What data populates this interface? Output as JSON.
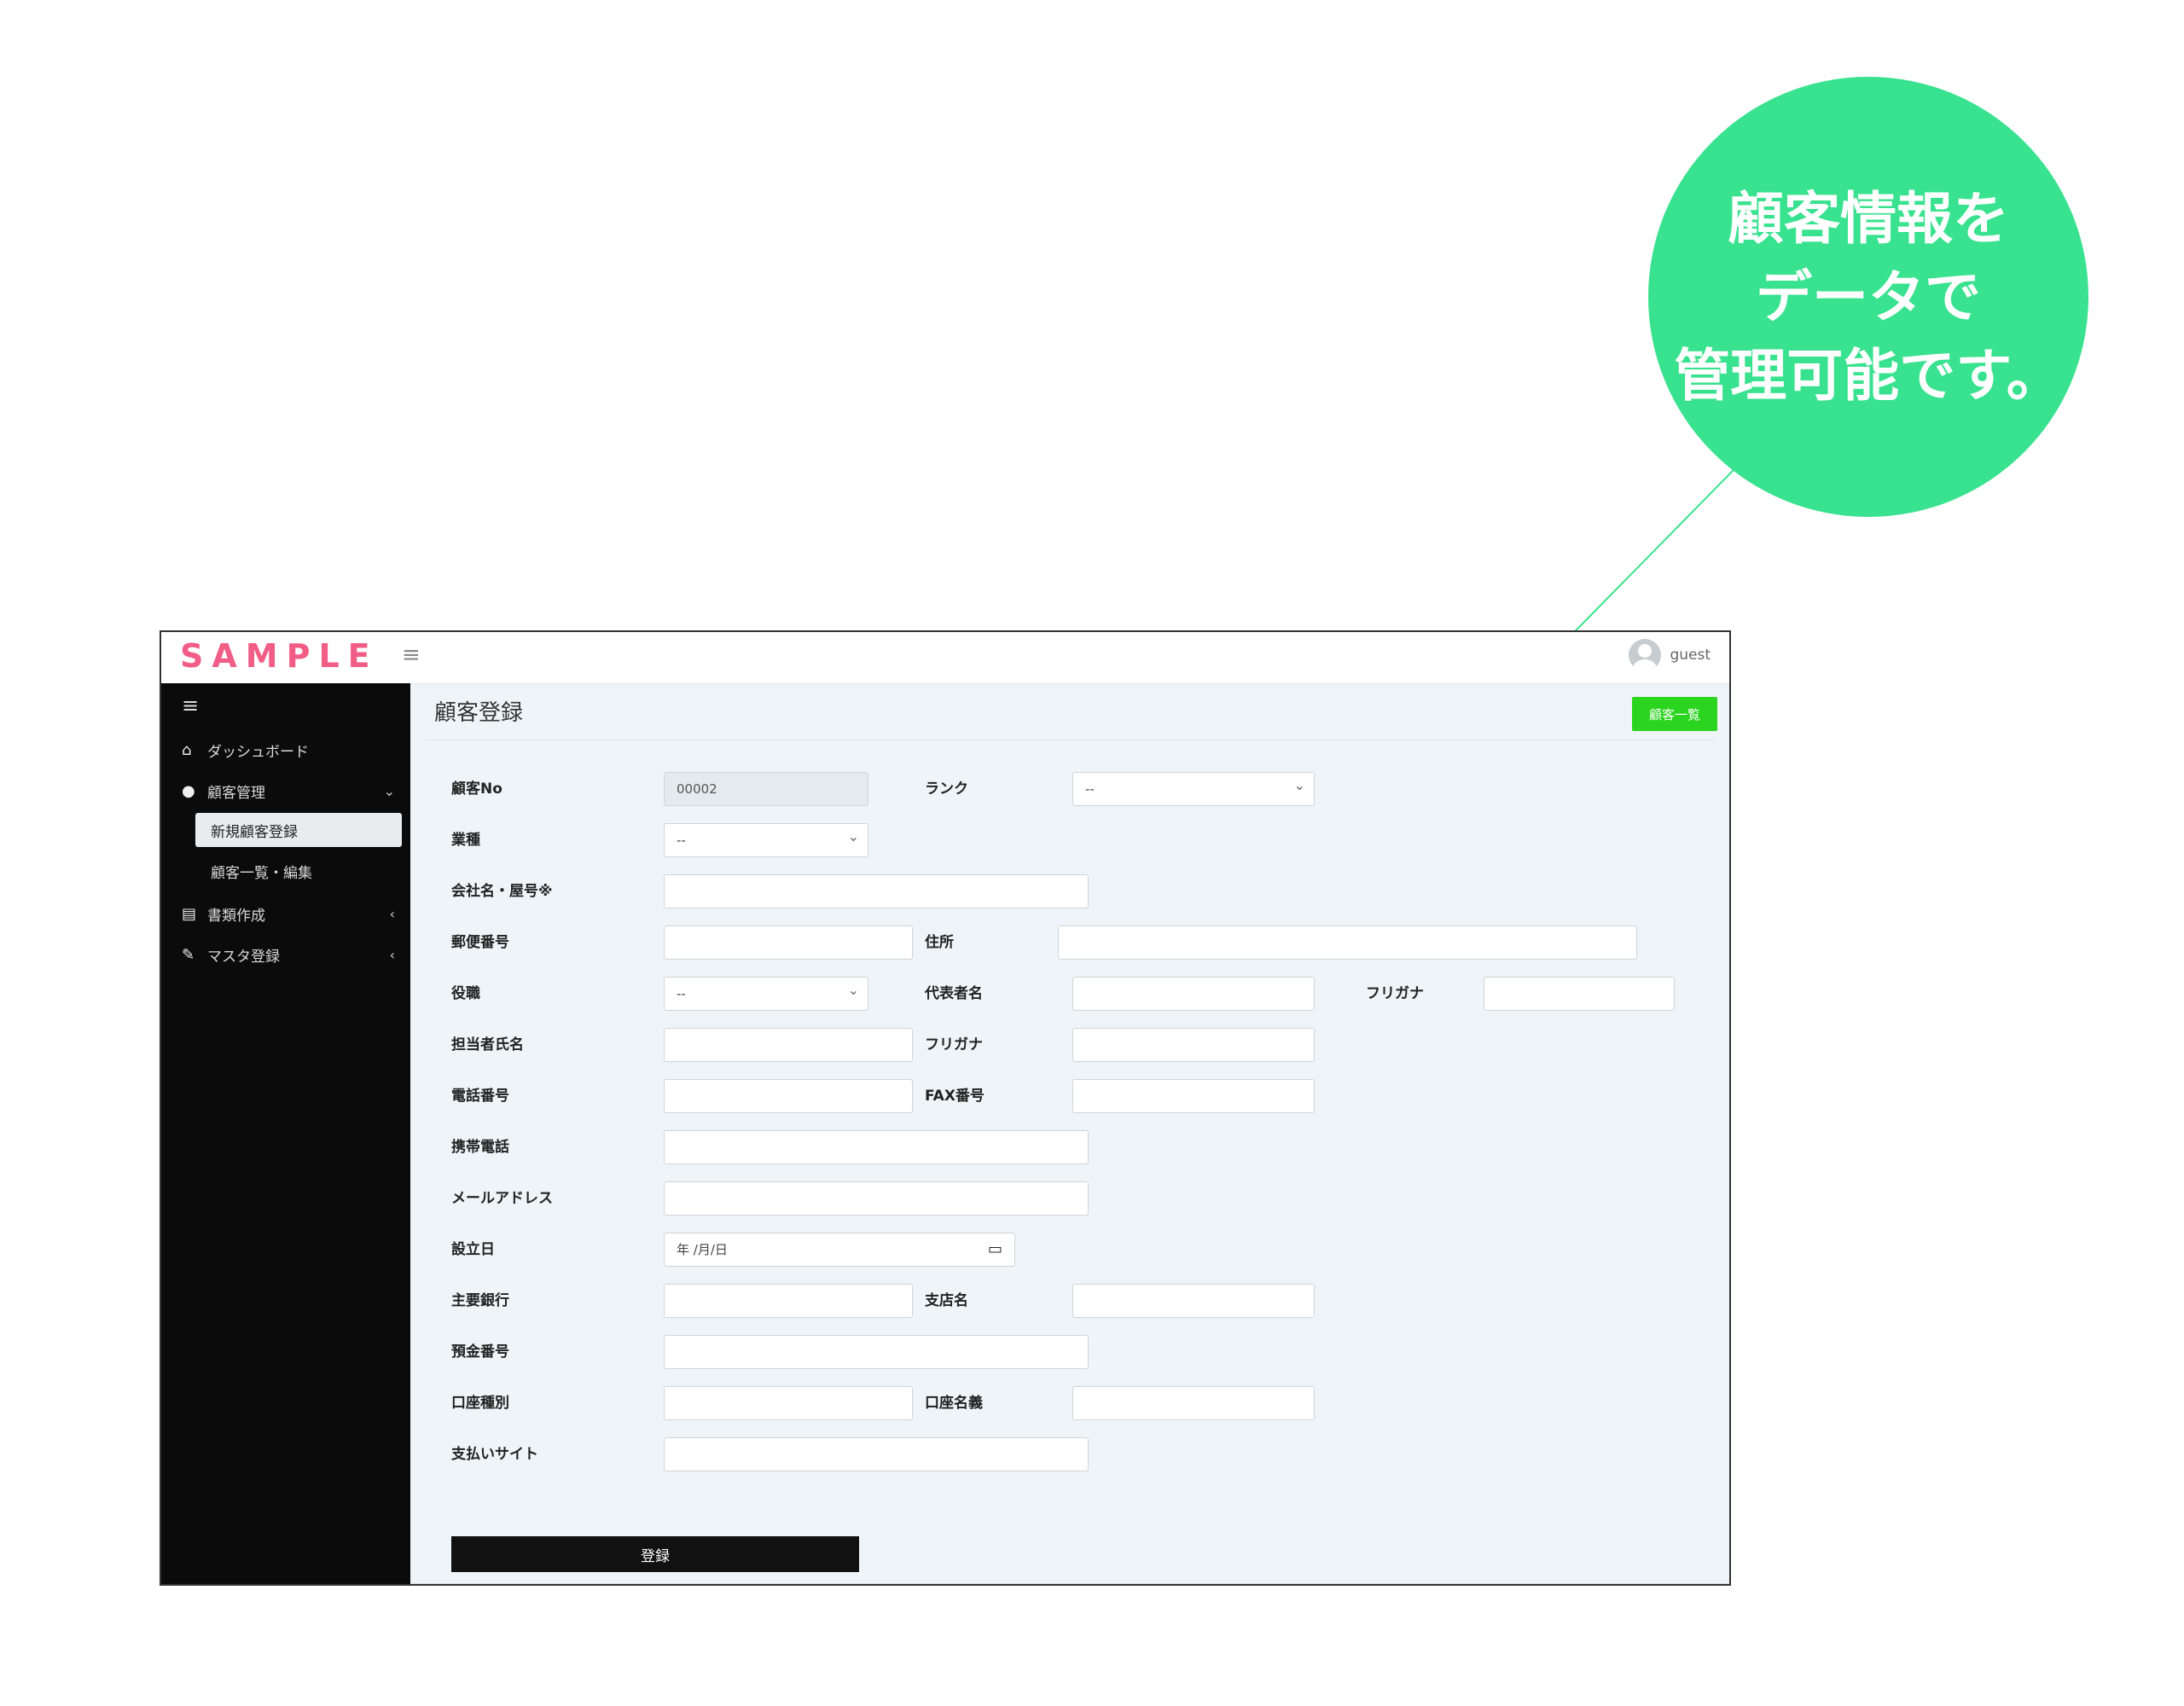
{
  "callout": {
    "lines": [
      "顧客情報を",
      "データで",
      "管理可能です。"
    ],
    "color": "#39e28f"
  },
  "header": {
    "logo": "SAMPLE",
    "menu_icon": "≡",
    "user": "guest"
  },
  "sidebar": {
    "toggle_icon": "≡",
    "items": [
      {
        "label": "ダッシュボード",
        "icon": "home-icon"
      },
      {
        "label": "顧客管理",
        "icon": "user-icon",
        "chevron": "⌄"
      },
      {
        "label": "新規顧客登録"
      },
      {
        "label": "顧客一覧・編集"
      },
      {
        "label": "書類作成",
        "icon": "document-icon",
        "chevron": "‹"
      },
      {
        "label": "マスタ登録",
        "icon": "edit-icon",
        "chevron": "‹"
      }
    ]
  },
  "page": {
    "title": "顧客登録",
    "list_button": "顧客一覧",
    "submit_button": "登録"
  },
  "form": {
    "customer_no": {
      "label": "顧客No",
      "value": "00002"
    },
    "rank": {
      "label": "ランク",
      "value": "--"
    },
    "industry": {
      "label": "業種",
      "value": "--"
    },
    "company": {
      "label": "会社名・屋号※"
    },
    "postal": {
      "label": "郵便番号"
    },
    "address": {
      "label": "住所"
    },
    "position": {
      "label": "役職",
      "value": "--"
    },
    "representative": {
      "label": "代表者名"
    },
    "rep_furigana": {
      "label": "フリガナ"
    },
    "contact": {
      "label": "担当者氏名"
    },
    "contact_furigana": {
      "label": "フリガナ"
    },
    "phone": {
      "label": "電話番号"
    },
    "fax": {
      "label": "FAX番号"
    },
    "mobile": {
      "label": "携帯電話"
    },
    "email": {
      "label": "メールアドレス"
    },
    "founded": {
      "label": "設立日",
      "placeholder": "年 /月/日"
    },
    "bank": {
      "label": "主要銀行"
    },
    "branch": {
      "label": "支店名"
    },
    "deposit_no": {
      "label": "預金番号"
    },
    "account_type": {
      "label": "口座種別"
    },
    "account_name": {
      "label": "口座名義"
    },
    "payment_site": {
      "label": "支払いサイト"
    }
  }
}
